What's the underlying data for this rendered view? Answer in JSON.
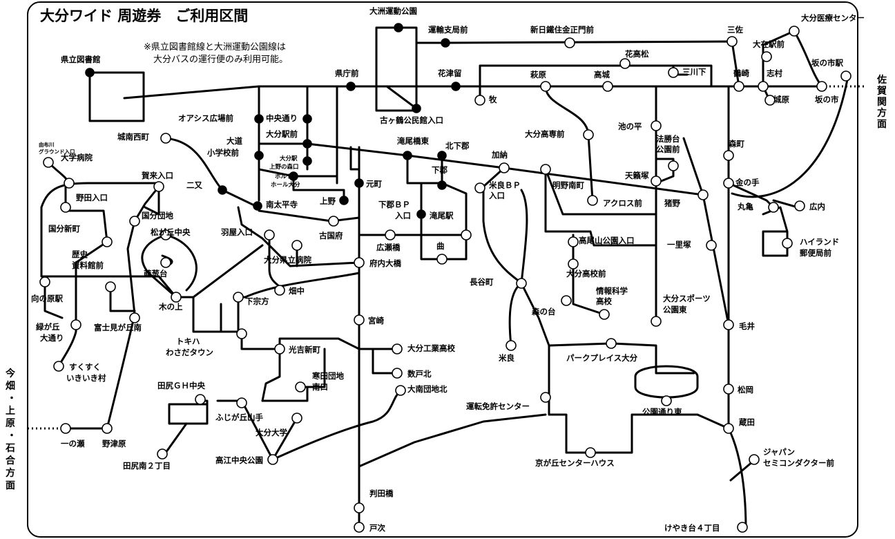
{
  "map": {
    "title": "大分ワイド 周遊券　ご利用区間",
    "note_line1": "※県立図書館線と大洲運動公園線は",
    "note_line2": "大分バスの運行便のみ利用可能。",
    "directions": {
      "saganoseki": [
        "佐",
        "賀",
        "関",
        "方",
        "面"
      ],
      "imahata": [
        "今",
        "畑",
        "・",
        "上",
        "原",
        "・",
        "石",
        "合",
        "方",
        "面"
      ]
    },
    "stops": {
      "oita_iryo": "大分医療センター",
      "ozu_undo": "大洲運動公園",
      "unyu_shikyoku": "運輸支局前",
      "shinnittetsu": "新日鐵住金正門前",
      "sansa": "三佐",
      "ozai_eki": "大在駅前",
      "sakanoichi_eki": "坂の市駅",
      "kenritsu_tosho": "県立図書館",
      "kencho": "県庁前",
      "hanatsuru": "花津留",
      "hanatakamatsu": "花高松",
      "mikawa": "三川下",
      "hagiwara": "萩原",
      "takajo": "高城",
      "tsurusaki": "鶴崎",
      "shimura": "志村",
      "jobaru": "城原",
      "sakanoichi": "坂の市",
      "maki": "牧",
      "kogatsuru": "古ヶ鶴公民館入口",
      "oasis": "オアシス広場前",
      "chuo_dori": "中央通り",
      "oita_eki": "大分駅前",
      "yuniba_a": "大分駅",
      "yuniba_b": "上野の森口",
      "hormuth_a": "ホルト",
      "hormuth_b": "ホール大分",
      "omichi_a": "大道",
      "omichi_b": "小学校前",
      "jonai_nishi": "城南西町",
      "takiobashi_higashi": "滝尾橋東",
      "kitashimogori": "北下郡",
      "kano": "加納",
      "oita_kosen": "大分高専前",
      "ikenohira": "池の平",
      "hoshoji_a": "法勝台",
      "hoshoji_b": "公園前",
      "morimachi": "森町",
      "yufu_a": "由布川",
      "yufu_b": "グラウンド入口",
      "daigaku_byoin": "大学病院",
      "kaku_iriguchi": "賀来入口",
      "futamata": "二又",
      "minami_taiheiji": "南太平寺",
      "motomachi": "元町",
      "shimogori": "下郡",
      "merabp_a": "米良ＢＰ",
      "merabp_b": "入口",
      "akeno_minami": "明野南町",
      "tengatsuka": "天籟塚",
      "kanenote": "金の手",
      "noda": "野田入口",
      "kokubun_danchi": "国分団地",
      "ueno": "上野",
      "shimogoribp_a": "下郡ＢＰ",
      "shimogoribp_b": "入口",
      "takio_eki": "滝尾駅",
      "across": "アクロス前",
      "inokuma": "猪野",
      "marugame": "丸亀",
      "hirouchi": "広内",
      "kokubun_shinmachi": "国分新町",
      "matsugaoka": "松が丘中央",
      "hanoya": "羽屋入口",
      "furukokufu": "古国府",
      "hirosebashi": "広瀬橋",
      "magari": "曲",
      "takaozan": "高尾山公園入口",
      "ichirizuka": "一里塚",
      "highland_a": "ハイランド",
      "highland_b": "郵便局前",
      "rekishi_a": "歴史",
      "rekishi_b": "資料館前",
      "oita_kenritsu_byoin": "大分県立病院",
      "funaibashi": "府内大橋",
      "oita_koko": "大分高校前",
      "hagidaira": "萌葱台",
      "mukainoharu": "向の原駅",
      "nagaremachi": "長谷町",
      "johokagaku_a": "情報科学",
      "johokagaku_b": "高校",
      "sports_a": "大分スポーツ",
      "sports_b": "公園東",
      "kinoue": "木の上",
      "shimomunekata": "下宗方",
      "hatanaka": "畑中",
      "morinodai": "森の台",
      "midorigaoka_a": "緑が丘",
      "midorigaoka_b": "大通り",
      "fujimigaoka": "富士見が丘南",
      "miyazaki": "宮崎",
      "kei": "毛井",
      "tokiwa_a": "トキハ",
      "tokiwa_b": "わさだタウン",
      "mitsuyoshi": "光吉新町",
      "oita_kogyo": "大分工業高校",
      "mera": "米良",
      "parkplace": "パークプレイス大分",
      "sukusuku_a": "すくすく",
      "sukusuku_b": "いきいき村",
      "toyohashi": "数戸北",
      "kanda_a": "寒田団地",
      "kanda_b": "南口",
      "tajiri_gh": "田尻ＧＨ中央",
      "ominami": "大南団地北",
      "matsuoka": "松岡",
      "koen_dori": "公園通り東",
      "unten": "運転免許センター",
      "fujigaoka": "ふじが丘山手",
      "oita_daigaku": "大分大学",
      "ichinose": "一の瀬",
      "notsuharu": "野津原",
      "kuda": "蔵田",
      "japan_semi_a": "ジャパン",
      "japan_semi_b": "セミコンダクター前",
      "tajiri_minami": "田尻南２丁目",
      "takae": "高江中央公園",
      "kyogaoka": "京が丘センターハウス",
      "hanguribashi": "判田橋",
      "hetsugi": "戸次",
      "keyakidai": "けやき台４丁目"
    }
  }
}
